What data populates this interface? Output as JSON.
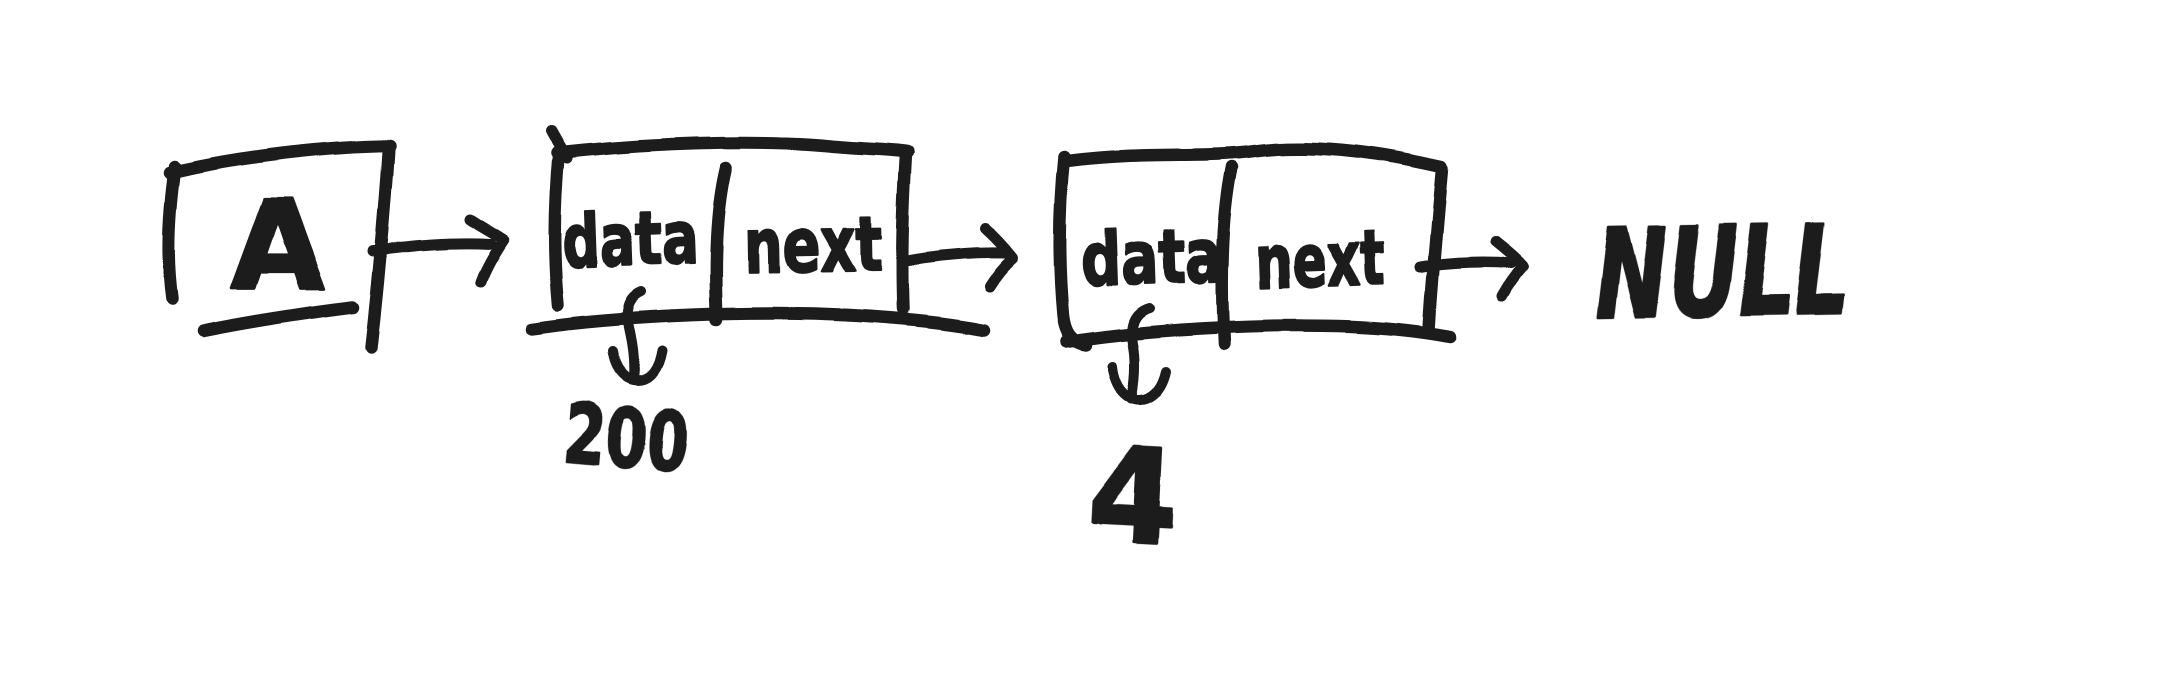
{
  "diagram": {
    "head": {
      "label": "A"
    },
    "nodes": [
      {
        "data_label": "data",
        "next_label": "next",
        "value": "200"
      },
      {
        "data_label": "data",
        "next_label": "next",
        "value": "4"
      }
    ],
    "terminator_label": "NULL",
    "colors": {
      "ink": "#1d1d1f",
      "background": "#ffffff"
    }
  }
}
